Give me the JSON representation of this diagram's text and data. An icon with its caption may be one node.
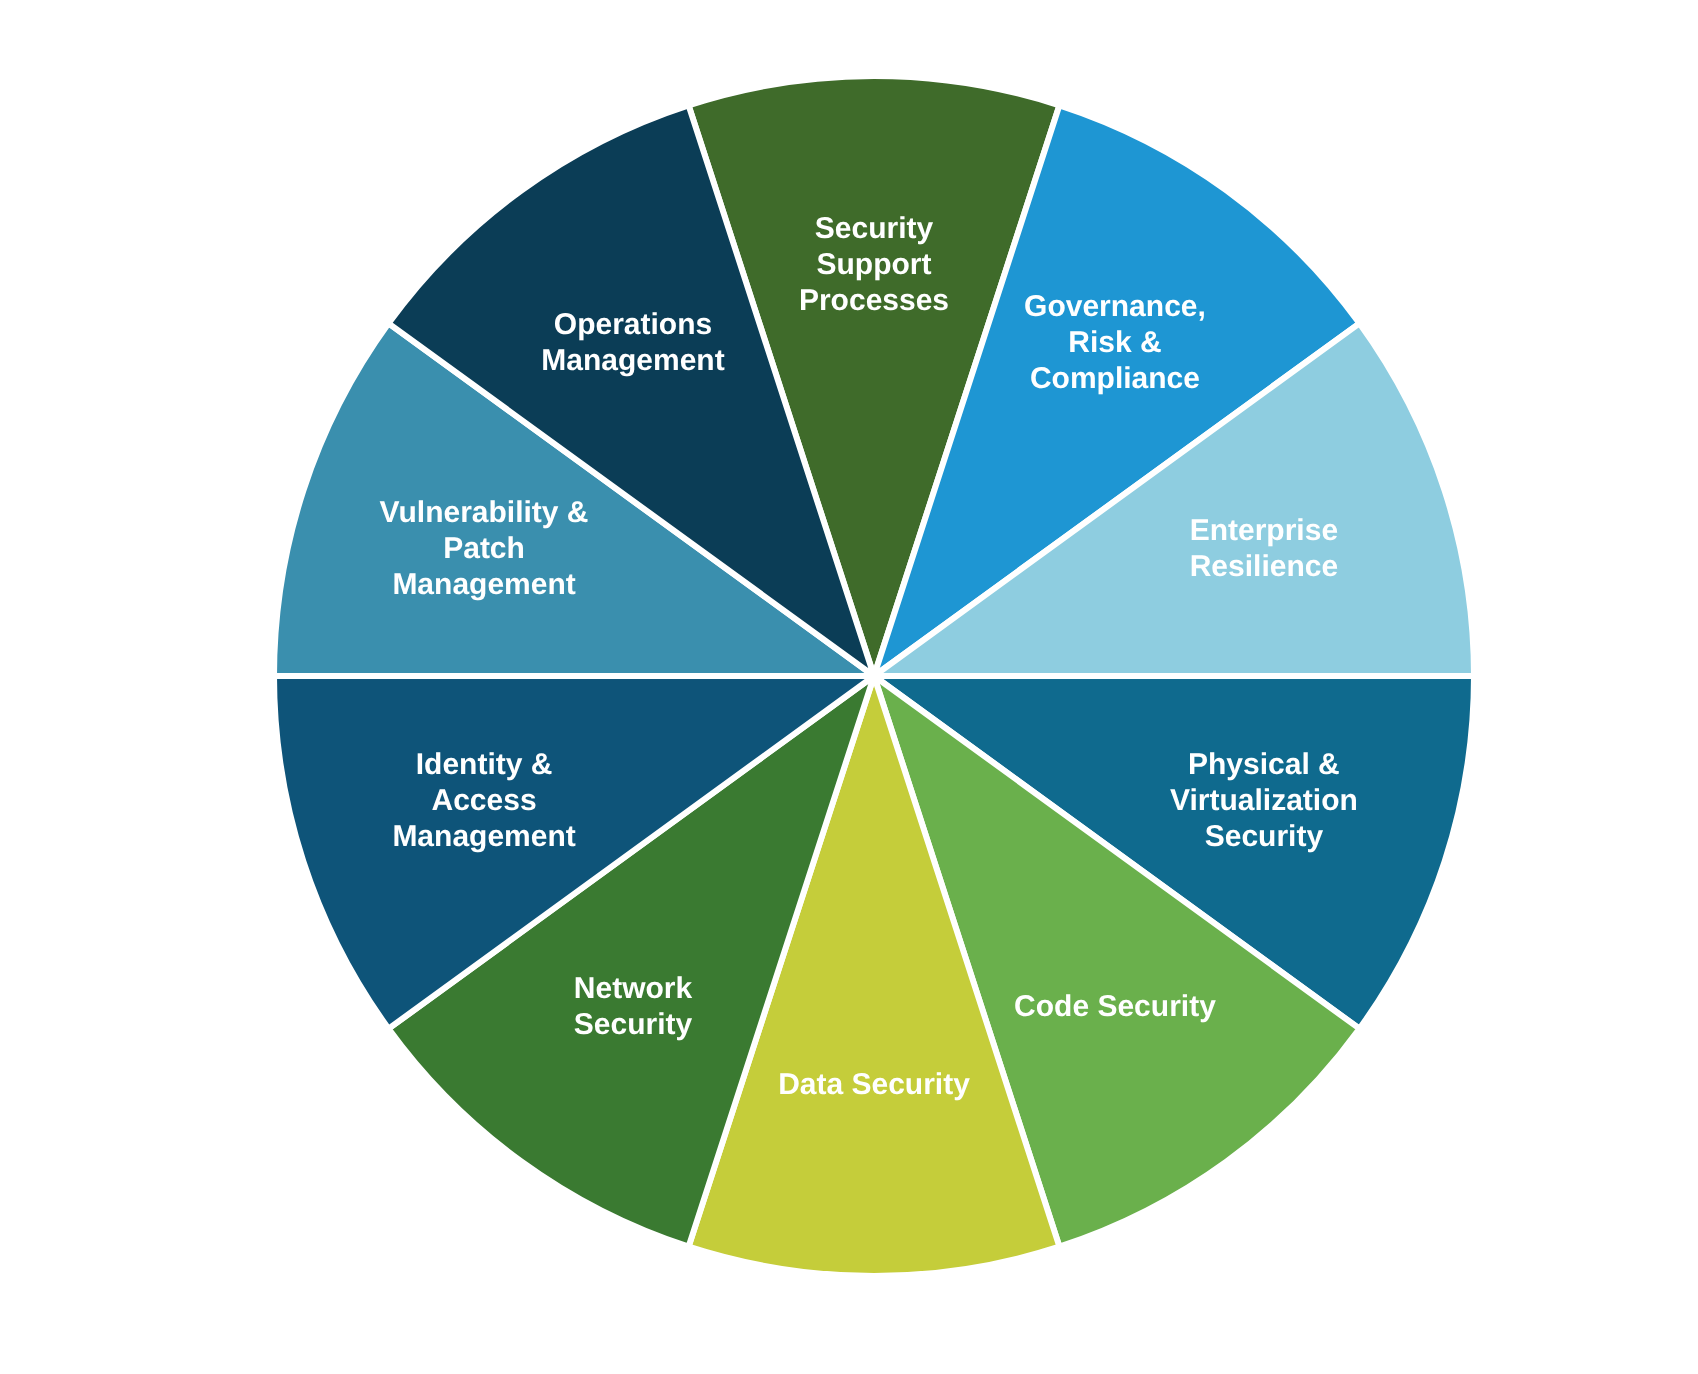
{
  "diagram": {
    "nodes": [
      {
        "text": [
          "Security Support Processes"
        ]
      },
      {
        "text": [
          "Governance, Risk & Compliance"
        ]
      },
      {
        "text": [
          "Enterprise Resilience"
        ]
      },
      {
        "text": [
          "Physical & Virtualization Security"
        ]
      },
      {
        "text": [
          "Code Security"
        ]
      },
      {
        "text": [
          "Data Security"
        ]
      },
      {
        "text": [
          "Network Security"
        ]
      },
      {
        "text": [
          "Identity & Access Management"
        ]
      },
      {
        "text": [
          "Vulnerability & Patch Management"
        ]
      },
      {
        "text": [
          "Operations Management"
        ]
      }
    ]
  }
}
